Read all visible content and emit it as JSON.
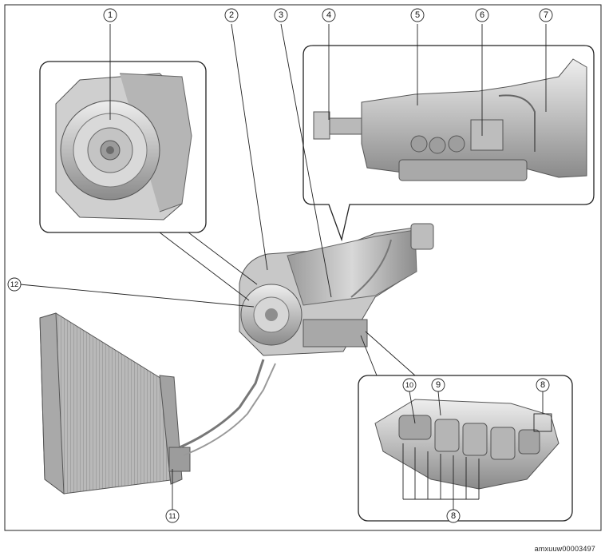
{
  "figure_id": "amxuuw00003497",
  "callouts": [
    {
      "id": "c1",
      "text": "1"
    },
    {
      "id": "c2",
      "text": "2"
    },
    {
      "id": "c3",
      "text": "3"
    },
    {
      "id": "c4",
      "text": "4"
    },
    {
      "id": "c5",
      "text": "5"
    },
    {
      "id": "c6",
      "text": "6"
    },
    {
      "id": "c7",
      "text": "7"
    },
    {
      "id": "c8a",
      "text": "8"
    },
    {
      "id": "c8b",
      "text": "8"
    },
    {
      "id": "c9",
      "text": "9"
    },
    {
      "id": "c10",
      "text": "10"
    },
    {
      "id": "c11",
      "text": "11"
    },
    {
      "id": "c12",
      "text": "12"
    }
  ]
}
